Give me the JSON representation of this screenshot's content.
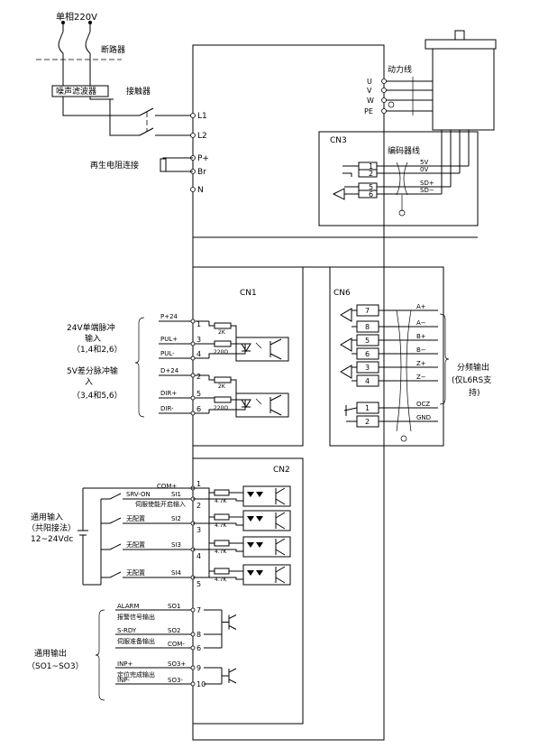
{
  "power": {
    "supply": "单相220V",
    "breaker": "断路器",
    "noise_filter": "噪声滤波器",
    "contactor": "接触器",
    "regen": "再生电阻连接"
  },
  "drive_terminals": {
    "l1": "L1",
    "l2": "L2",
    "p_plus": "P+",
    "br": "Br",
    "n": "N"
  },
  "motor": {
    "power_line": "动力线",
    "u": "U",
    "v": "V",
    "w": "W",
    "pe": "PE"
  },
  "cn3": {
    "title": "CN3",
    "encoder_line": "编码器线",
    "pins": [
      "1",
      "2",
      "5",
      "6"
    ],
    "signals": [
      "5V",
      "0V",
      "SD+",
      "SD−"
    ]
  },
  "cn1": {
    "title": "CN1",
    "group1": [
      "24V单端脉冲",
      "输入",
      "（1,4和2,6）"
    ],
    "group2": [
      "5V差分脉冲输",
      "入",
      "（3,4和5,6）"
    ],
    "signals": [
      "P+24",
      "PUL+",
      "PUL-",
      "D+24",
      "DIR+",
      "DIR-"
    ],
    "pins": [
      "1",
      "3",
      "4",
      "2",
      "5",
      "6"
    ],
    "r2k_a": "2K",
    "r220_a": "220Ω",
    "r2k_b": "2K",
    "r220_b": "220Ω"
  },
  "cn6": {
    "title": "CN6",
    "pins": [
      "7",
      "8",
      "5",
      "6",
      "3",
      "4",
      "1",
      "2"
    ],
    "signals": [
      "A+",
      "A−",
      "B+",
      "B−",
      "Z+",
      "Z−",
      "OCZ",
      "GND"
    ],
    "note": [
      "分频输出",
      "(仅L6RS支",
      "持)"
    ]
  },
  "cn2": {
    "title": "CN2",
    "com_label": "COM+",
    "input_group": [
      "通用输入",
      "（共阳接法）",
      "12~24Vdc"
    ],
    "inputs": [
      {
        "name": "SRV-ON",
        "terminal": "SI1",
        "desc": "伺服使能开启输入",
        "pin": "2"
      },
      {
        "name": "无配置",
        "terminal": "SI2",
        "desc": "",
        "pin": "3"
      },
      {
        "name": "无配置",
        "terminal": "SI3",
        "desc": "",
        "pin": "4"
      },
      {
        "name": "无配置",
        "terminal": "SI4",
        "desc": "",
        "pin": "5"
      }
    ],
    "com_pin": "1",
    "res": "4.7K",
    "output_group": [
      "通用输出",
      "（SO1~SO3）"
    ],
    "outputs": [
      {
        "name": "ALARM",
        "desc": "报警信号输出",
        "terminal": "SO1",
        "pin": "7"
      },
      {
        "name": "S-RDY",
        "desc": "伺服准备输出",
        "terminal": "SO2",
        "pin": "8"
      },
      {
        "name": "",
        "desc": "",
        "terminal": "COM-",
        "pin": "6"
      },
      {
        "name": "INP+",
        "desc": "定位完成输出",
        "terminal": "SO3+",
        "pin": "9"
      },
      {
        "name": "INP-",
        "desc": "",
        "terminal": "SO3-",
        "pin": "10"
      }
    ]
  }
}
